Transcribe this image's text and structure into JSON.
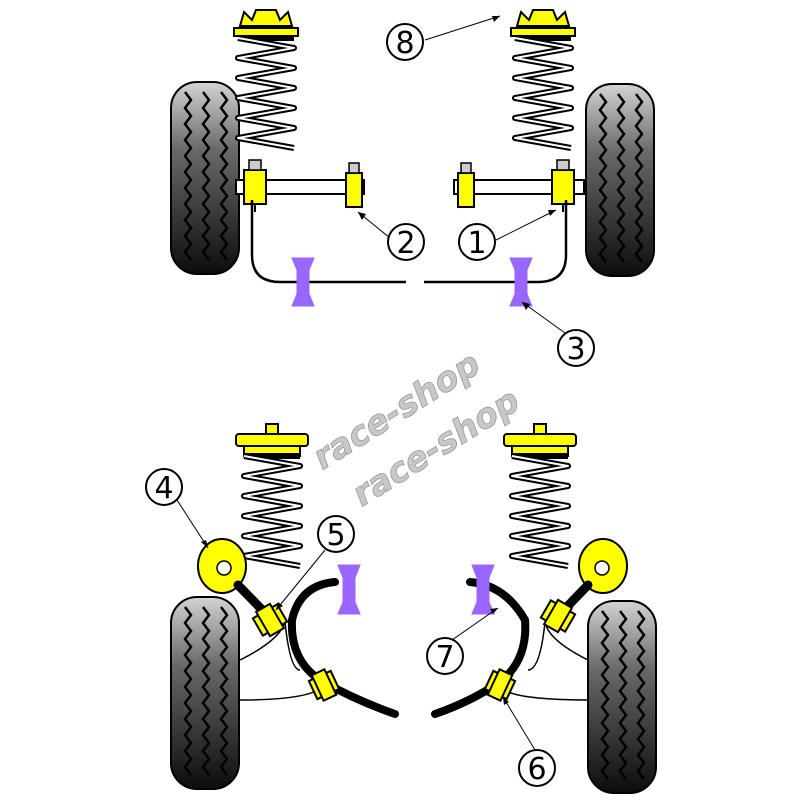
{
  "watermark": "race-shop",
  "colors": {
    "bush_yellow": "#ffff00",
    "bush_purple": "#9966ff",
    "tyre_dark": "#111111",
    "tyre_light": "#c9c9c9",
    "line": "#000000"
  },
  "callouts": [
    {
      "id": "1",
      "label": "1"
    },
    {
      "id": "2",
      "label": "2"
    },
    {
      "id": "3",
      "label": "3"
    },
    {
      "id": "4",
      "label": "4"
    },
    {
      "id": "5",
      "label": "5"
    },
    {
      "id": "6",
      "label": "6"
    },
    {
      "id": "7",
      "label": "7"
    },
    {
      "id": "8",
      "label": "8"
    }
  ]
}
